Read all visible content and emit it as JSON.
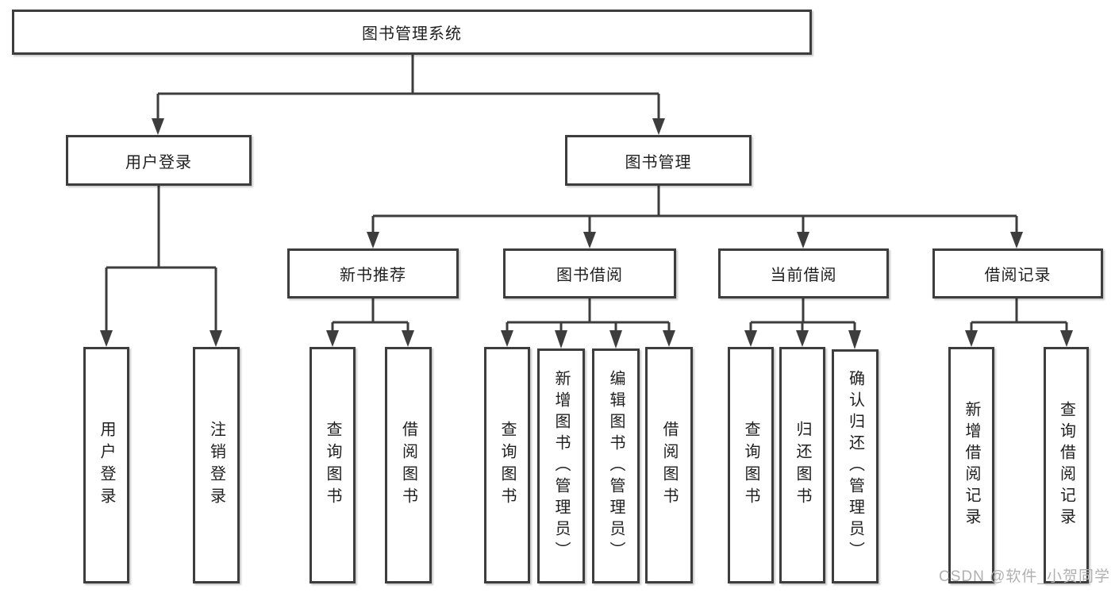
{
  "diagram": {
    "root": {
      "label": "图书管理系统"
    },
    "branches": {
      "user": {
        "label": "用户登录",
        "children": [
          {
            "label": "用户登录"
          },
          {
            "label": "注销登录"
          }
        ]
      },
      "book": {
        "label": "图书管理",
        "groups": [
          {
            "label": "新书推荐",
            "children": [
              {
                "label": "查询图书"
              },
              {
                "label": "借阅图书"
              }
            ]
          },
          {
            "label": "图书借阅",
            "children": [
              {
                "label": "查询图书"
              },
              {
                "label": "新增图书（管理员）"
              },
              {
                "label": "编辑图书（管理员）"
              },
              {
                "label": "借阅图书"
              }
            ]
          },
          {
            "label": "当前借阅",
            "children": [
              {
                "label": "查询图书"
              },
              {
                "label": "归还图书"
              },
              {
                "label": "确认归还（管理员）"
              }
            ]
          },
          {
            "label": "借阅记录",
            "children": [
              {
                "label": "新增借阅记录"
              },
              {
                "label": "查询借阅记录"
              }
            ]
          }
        ]
      }
    }
  },
  "watermark": {
    "text": "CSDN @软件_小贺同学"
  },
  "colors": {
    "line": "#3d3d3d",
    "text": "#1f1f1f",
    "watermark": "#b0b0b0",
    "box_background": "#ffffff"
  }
}
